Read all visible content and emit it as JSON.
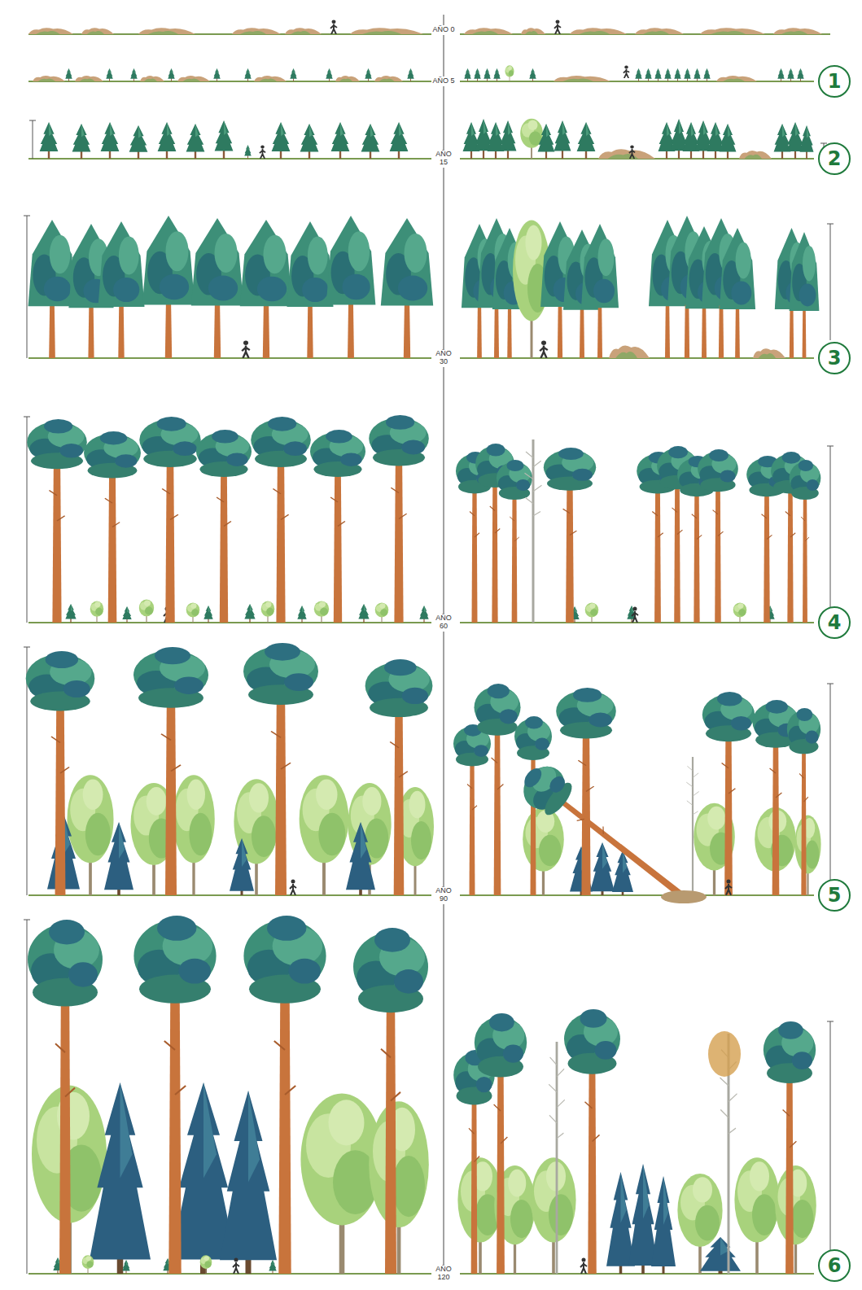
{
  "diagram": {
    "nodes": [
      {
        "text": [
          "1"
        ]
      },
      {
        "text": [
          "2"
        ]
      },
      {
        "text": [
          "3"
        ]
      },
      {
        "text": [
          "4"
        ]
      },
      {
        "text": [
          "5"
        ]
      },
      {
        "text": [
          "6"
        ]
      }
    ],
    "labels": [
      "AÑO 0",
      "AÑO 5",
      "AÑO 15",
      "AÑO 30",
      "AÑO 60",
      "AÑO 90",
      "AÑO 120"
    ]
  }
}
